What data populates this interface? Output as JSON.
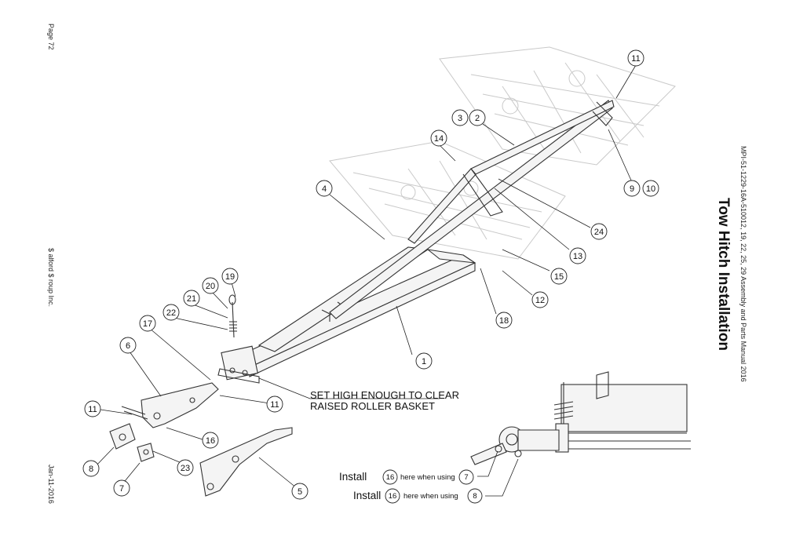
{
  "page": {
    "page_number": "Page 72",
    "company": "$ alford $ roup Inc.",
    "date": "Jan-11-2016",
    "manual_ref": "MPI-51-1229-16A-510012, 19, 22, 25, 29 Assembly and Parts Manual 2016",
    "title": "Tow Hitch Installation"
  },
  "diagram": {
    "note_line1": "SET HIGH ENOUGH TO CLEAR",
    "note_line2": "RAISED ROLLER BASKET",
    "callouts": [
      {
        "id": "c11a",
        "label": "11"
      },
      {
        "id": "c3",
        "label": "3"
      },
      {
        "id": "c2",
        "label": "2"
      },
      {
        "id": "c14",
        "label": "14"
      },
      {
        "id": "c9",
        "label": "9"
      },
      {
        "id": "c10",
        "label": "10"
      },
      {
        "id": "c4",
        "label": "4"
      },
      {
        "id": "c24",
        "label": "24"
      },
      {
        "id": "c13",
        "label": "13"
      },
      {
        "id": "c15",
        "label": "15"
      },
      {
        "id": "c12",
        "label": "12"
      },
      {
        "id": "c18",
        "label": "18"
      },
      {
        "id": "c19",
        "label": "19"
      },
      {
        "id": "c20",
        "label": "20"
      },
      {
        "id": "c21",
        "label": "21"
      },
      {
        "id": "c22",
        "label": "22"
      },
      {
        "id": "c1",
        "label": "1"
      },
      {
        "id": "c17",
        "label": "17"
      },
      {
        "id": "c6",
        "label": "6"
      },
      {
        "id": "c11b",
        "label": "11"
      },
      {
        "id": "c11c",
        "label": "11"
      },
      {
        "id": "c16",
        "label": "16"
      },
      {
        "id": "c8",
        "label": "8"
      },
      {
        "id": "c23",
        "label": "23"
      },
      {
        "id": "c7",
        "label": "7"
      },
      {
        "id": "c5",
        "label": "5"
      }
    ],
    "install_notes": [
      {
        "prefix": "Install",
        "part": "16",
        "middle": "here when using",
        "target": "7"
      },
      {
        "prefix": "Install",
        "part": "16",
        "middle": "here when using",
        "target": "8"
      }
    ]
  }
}
